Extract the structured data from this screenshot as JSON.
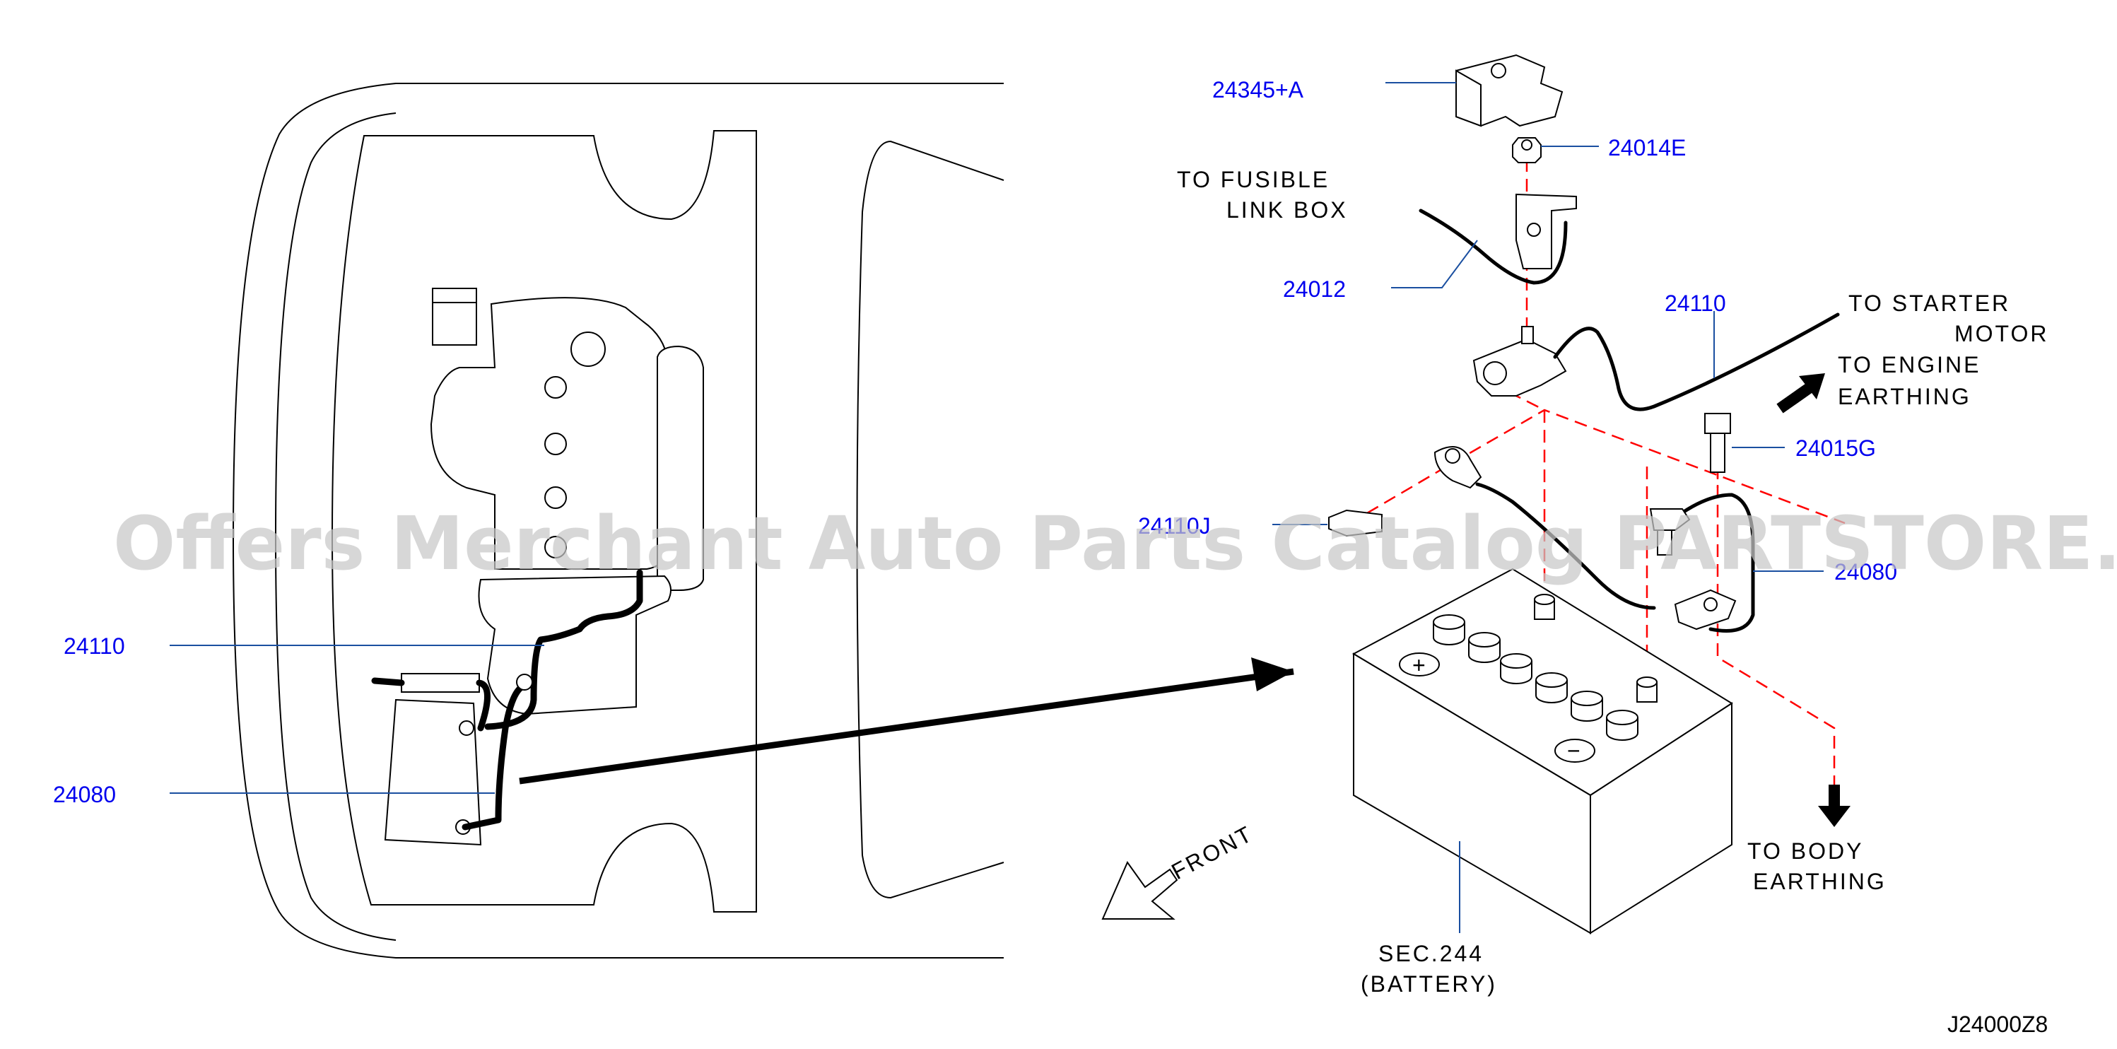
{
  "parts": {
    "p24345A": "24345+A",
    "p24014E": "24014E",
    "p24012": "24012",
    "p24110_right": "24110",
    "p24015G": "24015G",
    "p24110J": "24110J",
    "p24080_right": "24080",
    "p24110_left": "24110",
    "p24080_left": "24080"
  },
  "notes": {
    "fusible_1": "TO  FUSIBLE",
    "fusible_2": "LINK  BOX",
    "starter_1": "TO  STARTER",
    "starter_2": "MOTOR",
    "engine_1": "TO  ENGINE",
    "engine_2": "EARTHING",
    "body_1": "TO  BODY",
    "body_2": "EARTHING",
    "battery_1": "SEC.244",
    "battery_2": "(BATTERY)",
    "front": "FRONT",
    "diagram_code": "J24000Z8"
  },
  "terminal_marks": {
    "plus": "+",
    "minus": "−"
  },
  "watermark": "Offers Merchant Auto Parts Catalog PARTSTORE.SA",
  "colors": {
    "part_number": "#0000ee",
    "leader_line": "#1a4fa0",
    "dashed_line": "#ff0000",
    "watermark": "#c8c8c8"
  }
}
